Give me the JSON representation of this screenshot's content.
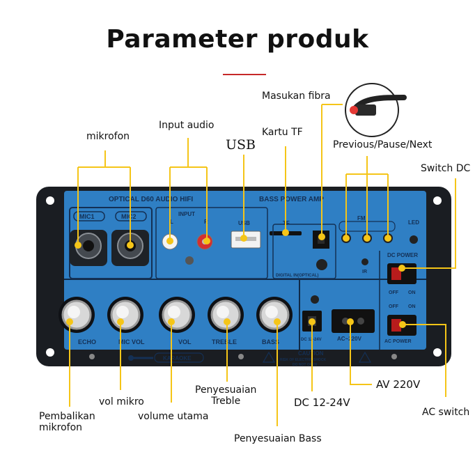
{
  "title": "Parameter produk",
  "colors": {
    "callout": "#f5c518",
    "panel": "#2f7fc4",
    "board": "#1a1d22",
    "accent": "#c62828"
  },
  "labels": {
    "mic": "mikrofon",
    "input_audio": "Input audio",
    "usb": "USB",
    "tf": "Kartu TF",
    "fiber": "Masukan fibra",
    "prev_next": "Previous/Pause/Next",
    "switch_dc": "Switch DC",
    "echo": "Pembalikan\nmikrofon",
    "mic_vol": "vol mikro",
    "main_vol": "volume utama",
    "treble": "Penyesuaian\nTreble",
    "bass": "Penyesuaian Bass",
    "dc": "DC 12-24V",
    "ac": "AV 220V",
    "ac_switch": "AC switch"
  },
  "panel": {
    "top_text": "OPTICAL D60 AUDIO HIFI",
    "top_text2": "BASS POWER AMP",
    "mic1": "MIC1",
    "mic2": "MIC2",
    "input": "INPUT",
    "l": "L",
    "r": "R",
    "usb": "USB",
    "tf": "TF",
    "fm": "FM",
    "led": "LED",
    "ir": "IR",
    "digital_in": "DIGITAL IN(OPTICAL)",
    "dc_power": "DC POWER",
    "off": "OFF",
    "on": "ON",
    "ac_power": "AC POWER",
    "echo": "ECHO",
    "mic_vol": "MIC VOL",
    "vol": "VOL",
    "treble": "TREBLE",
    "bass": "BASS",
    "dc_in": "DC 12-24V",
    "ac_in": "AC~220V",
    "karaoke": "KARAOKE",
    "caution": "CAUTION",
    "caution2": "RISK OF ELECTRIC SHOCK",
    "caution3": "DO NOT OPEN"
  }
}
